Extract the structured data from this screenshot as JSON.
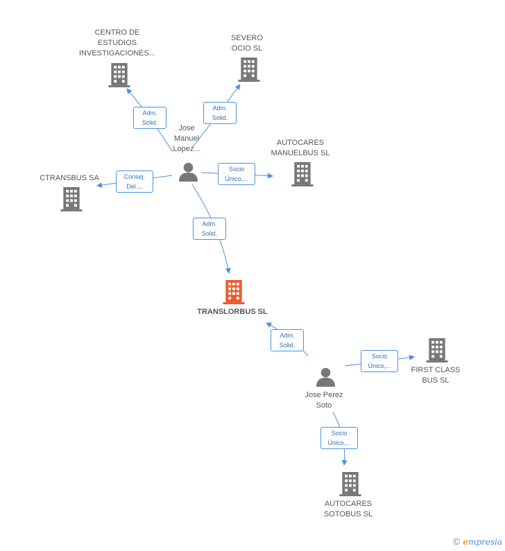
{
  "colors": {
    "edge": "#4a90e2",
    "building": "#777777",
    "building_main": "#ee5a2c",
    "person": "#777777"
  },
  "nodes": {
    "centro": {
      "lines": [
        "CENTRO DE",
        "ESTUDIOS",
        "INVESTIGACIONES..."
      ],
      "icon": "building-icon"
    },
    "severo": {
      "lines": [
        "SEVERO",
        "OCIO SL"
      ],
      "icon": "building-icon"
    },
    "autocares_manuelbus": {
      "lines": [
        "AUTOCARES",
        "MANUELBUS  SL"
      ],
      "icon": "building-icon"
    },
    "ctransbus": {
      "lines": [
        "CTRANSBUS SA"
      ],
      "icon": "building-icon"
    },
    "jose_manuel": {
      "lines": [
        "Jose",
        "Manuel",
        "Lopez..."
      ],
      "icon": "person-icon"
    },
    "translorbus": {
      "lines": [
        "TRANSLORBUS SL"
      ],
      "icon": "building-icon"
    },
    "jose_perez": {
      "lines": [
        "Jose Perez",
        "Soto"
      ],
      "icon": "person-icon"
    },
    "first_class": {
      "lines": [
        "FIRST CLASS",
        "BUS SL"
      ],
      "icon": "building-icon"
    },
    "autocares_sotobus": {
      "lines": [
        "AUTOCARES",
        "SOTOBUS  SL"
      ],
      "icon": "building-icon"
    }
  },
  "edges": {
    "jm_centro": {
      "lines": [
        "Adm.",
        "Solid."
      ]
    },
    "jm_severo": {
      "lines": [
        "Adm.",
        "Solid."
      ]
    },
    "jm_manuelbus": {
      "lines": [
        "Socio",
        "Único,..."
      ]
    },
    "jm_ctransbus": {
      "lines": [
        "Consej.",
        "Del...."
      ]
    },
    "jm_translorbus": {
      "lines": [
        "Adm.",
        "Solid."
      ]
    },
    "jp_translorbus": {
      "lines": [
        "Adm.",
        "Solid."
      ]
    },
    "jp_firstclass": {
      "lines": [
        "Socio",
        "Único,..."
      ]
    },
    "jp_sotobus": {
      "lines": [
        "Socio",
        "Único,..."
      ]
    }
  },
  "footer": {
    "copyright": "©",
    "brand_first": "e",
    "brand_rest": "mpresia"
  }
}
